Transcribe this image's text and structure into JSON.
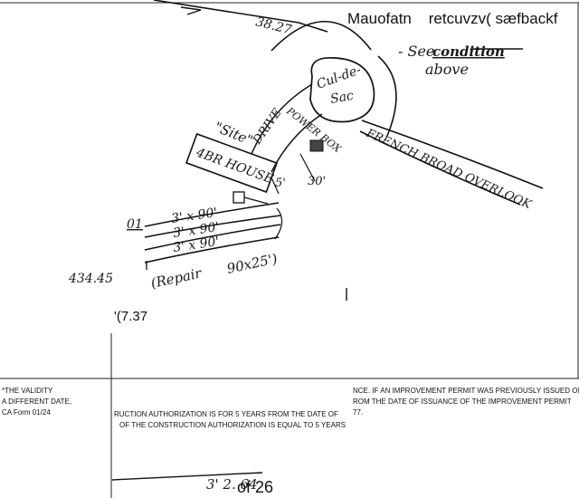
{
  "header": {
    "distance_top": "38.27",
    "scrambled_title": "Mauofatn    retcuvzv( sæfbackf",
    "see_note_line1": "- See",
    "see_note_struck": "condition",
    "see_note_line2": "above"
  },
  "sketch_labels": {
    "cul_de_sac_line1": "Cul-de-",
    "cul_de_sac_line2": "Sac",
    "drive": "DRIVE",
    "site": "\"Site\"",
    "house": "4BR HOUSE",
    "power_box": "POWER BOX",
    "road": "FRENCH BROAD OVERLOOK",
    "setback_5": "5'",
    "setback_30": "30'",
    "line1_mark": "01",
    "trench_1": "3' x 90'",
    "trench_2": "3' x 90'",
    "trench_3": "3' x 90'",
    "repair": "(Repair",
    "repair_dims": "90x25')",
    "coord_1": "434.45",
    "coord_2": "'(7.37",
    "bottom_scrawl": "3' 2. 64",
    "page_number": "of 26"
  },
  "form_text": {
    "left_line1": "*THE VALIDITY",
    "left_line2": "A DIFFERENT DATE,",
    "left_line3": "CA Form 01/24",
    "mid_line1": "RUCTION AUTHORIZATION IS FOR 5 YEARS FROM THE DATE OF",
    "mid_line2": "OF THE CONSTRUCTION AUTHORIZATION IS EQUAL TO 5 YEARS",
    "right_line1": "NCE. IF AN IMPROVEMENT PERMIT WAS PREVIOUSLY ISSUED ON",
    "right_line2": "ROM THE DATE OF ISSUANCE OF THE IMPROVEMENT PERMIT",
    "right_line3": "77."
  }
}
